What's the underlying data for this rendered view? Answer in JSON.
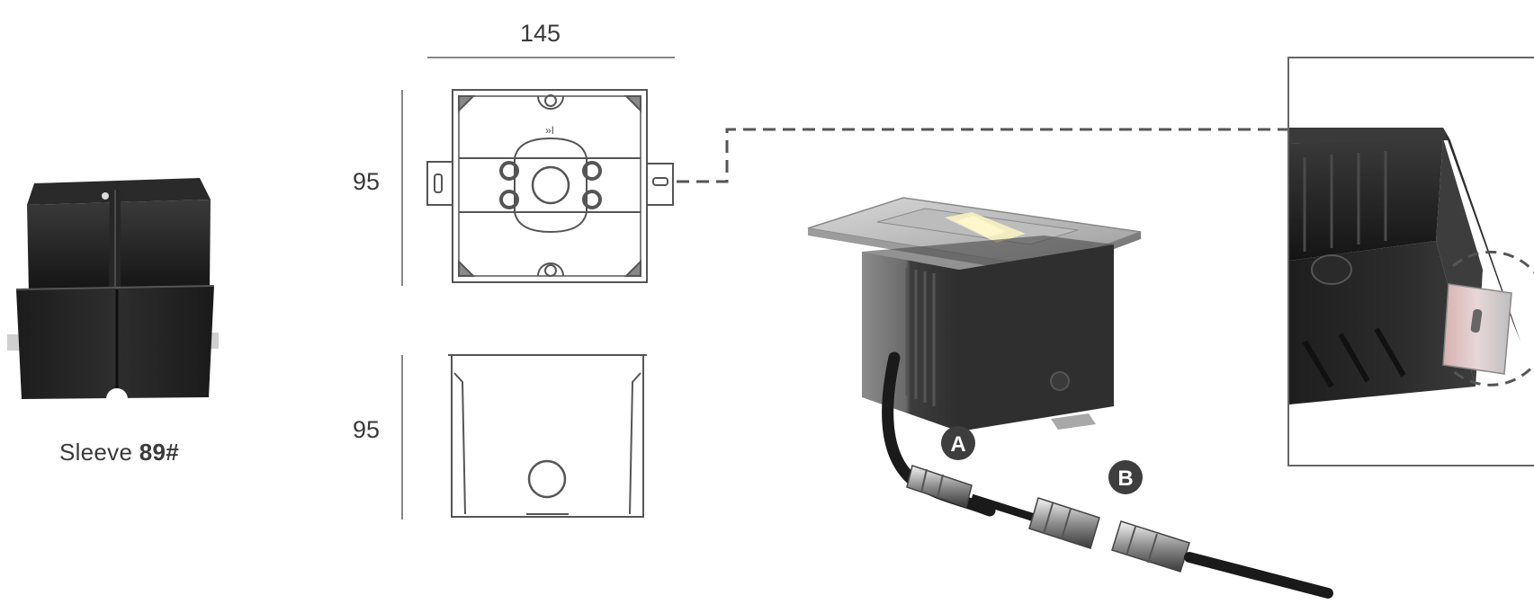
{
  "sleeve": {
    "caption_prefix": "Sleeve ",
    "caption_model": "89#"
  },
  "dimensions": {
    "width": "145",
    "height_top_view": "95",
    "height_side_view": "95"
  },
  "connectors": {
    "a": "A",
    "b": "B"
  }
}
